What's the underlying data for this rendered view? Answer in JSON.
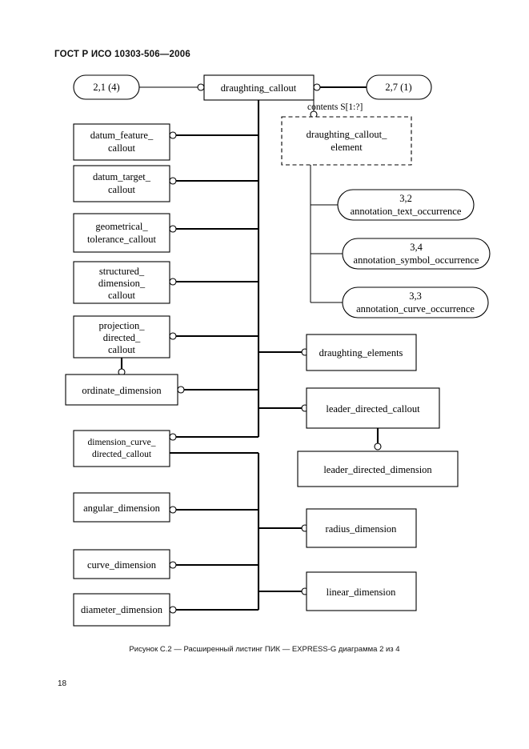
{
  "document": {
    "header": "ГОСТ Р ИСО 10303-506—2006",
    "caption": "Рисунок С.2 — Расширенный листинг ПИК — EXPRESS-G диаграмма 2 из 4",
    "page_number": "18"
  },
  "diagram": {
    "type": "EXPRESS-G entity relationship diagram",
    "root": {
      "label": "draughting_callout"
    },
    "page_refs": [
      {
        "id": "ref-left",
        "label": "2,1 (4)"
      },
      {
        "id": "ref-right",
        "label": "2,7 (1)"
      }
    ],
    "attribute_labels": [
      {
        "id": "contents",
        "label": "contents S[1:?]"
      }
    ],
    "dashed_entities": [
      {
        "id": "dce",
        "line1": "draughting_callout_",
        "line2": "element"
      }
    ],
    "left_boxes": [
      {
        "id": "datum-feature-callout",
        "lines": [
          "datum_feature_",
          "callout"
        ]
      },
      {
        "id": "datum-target-callout",
        "lines": [
          "datum_target_",
          "callout"
        ]
      },
      {
        "id": "geometrical-tolerance-callout",
        "lines": [
          "geometrical_",
          "tolerance_callout"
        ]
      },
      {
        "id": "structured-dimension-callout",
        "lines": [
          "structured_",
          "dimension_",
          "callout"
        ]
      },
      {
        "id": "projection-directed-callout",
        "lines": [
          "projection_",
          "directed_",
          "callout"
        ]
      },
      {
        "id": "ordinate-dimension",
        "lines": [
          "ordinate_dimension"
        ]
      },
      {
        "id": "dimension-curve-directed-callout",
        "lines": [
          "dimension_curve_",
          "directed_callout"
        ]
      },
      {
        "id": "angular-dimension",
        "lines": [
          "angular_dimension"
        ]
      },
      {
        "id": "curve-dimension",
        "lines": [
          "curve_dimension"
        ]
      },
      {
        "id": "diameter-dimension",
        "lines": [
          "diameter_dimension"
        ]
      }
    ],
    "right_ovals": [
      {
        "id": "annotation-text-occurrence",
        "ref": "3,2",
        "label": "annotation_text_occurrence"
      },
      {
        "id": "annotation-symbol-occurrence",
        "ref": "3,4",
        "label": "annotation_symbol_occurrence"
      },
      {
        "id": "annotation-curve-occurrence",
        "ref": "3,3",
        "label": "annotation_curve_occurrence"
      }
    ],
    "right_boxes": [
      {
        "id": "draughting-elements",
        "label": "draughting_elements"
      },
      {
        "id": "leader-directed-callout",
        "label": "leader_directed_callout"
      },
      {
        "id": "leader-directed-dimension",
        "label": "leader_directed_dimension"
      },
      {
        "id": "radius-dimension",
        "label": "radius_dimension"
      },
      {
        "id": "linear-dimension",
        "label": "linear_dimension"
      }
    ]
  }
}
